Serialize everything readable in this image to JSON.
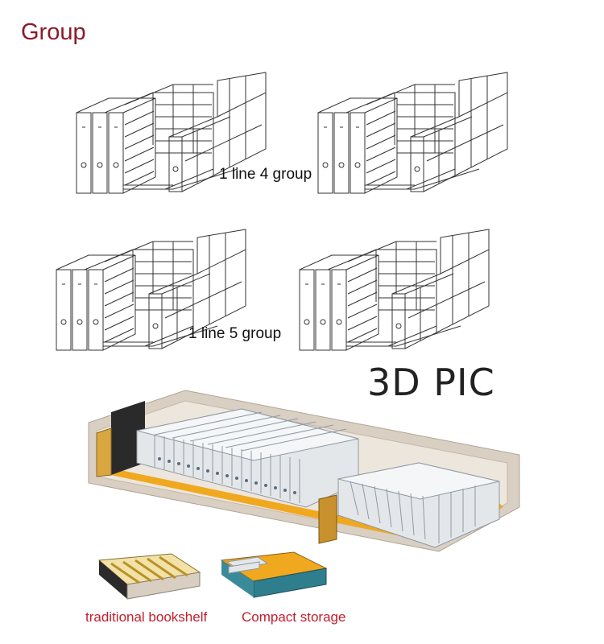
{
  "page": {
    "title": "Group",
    "captions": {
      "four_group": "1 line 4 group",
      "five_group": "1 line 5 group"
    },
    "heading_3d": "3D PIC",
    "legend": {
      "traditional": "traditional bookshelf",
      "compact": "Compact storage"
    }
  },
  "colors": {
    "title": "#8b1a2b",
    "legend_text": "#c21e2e",
    "cabinet_body": "#e4e7ea",
    "floor": "#f0a81f",
    "room_wall": "#d9cfc3",
    "dark_panel": "#2a2a2a"
  }
}
